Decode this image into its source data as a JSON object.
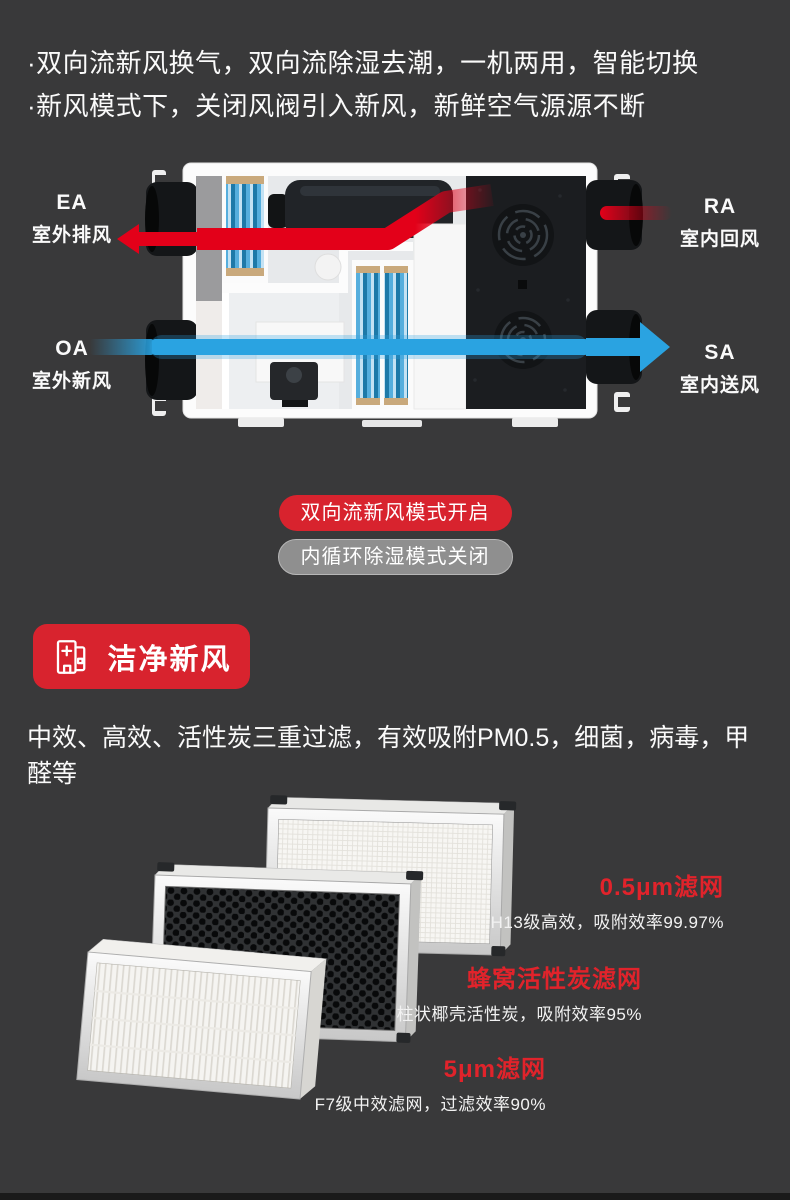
{
  "intro": {
    "line1": "·双向流新风换气，双向流除湿去潮，一机两用，智能切换",
    "line2": "·新风模式下，关闭风阀引入新风，新鲜空气源源不断"
  },
  "diagram": {
    "ports": [
      {
        "code": "EA",
        "name": "室外排风"
      },
      {
        "code": "OA",
        "name": "室外新风"
      },
      {
        "code": "RA",
        "name": "室内回风"
      },
      {
        "code": "SA",
        "name": "室内送风"
      }
    ]
  },
  "modes": [
    {
      "label": "双向流新风模式开启",
      "state": "on"
    },
    {
      "label": "内循环除湿模式关闭",
      "state": "off"
    }
  ],
  "feature": {
    "badge": "洁净新风",
    "description": "中效、高效、活性炭三重过滤，有效吸附PM0.5，细菌，病毒，甲醛等"
  },
  "filters": [
    {
      "title": "0.5μm滤网",
      "detail": "H13级高效，吸附效率99.97%"
    },
    {
      "title": "蜂窝活性炭滤网",
      "detail": "柱状椰壳活性炭，吸附效率95%"
    },
    {
      "title": "5μm滤网",
      "detail": "F7级中效滤网，过滤效率90%"
    }
  ],
  "colors": {
    "background": "#39393a",
    "accent_red": "#d8232e",
    "text_red": "#e1232b",
    "arrow_red": "#e30019",
    "arrow_blue": "#2aa3e1",
    "pill_gray": "#8f8f8f"
  }
}
